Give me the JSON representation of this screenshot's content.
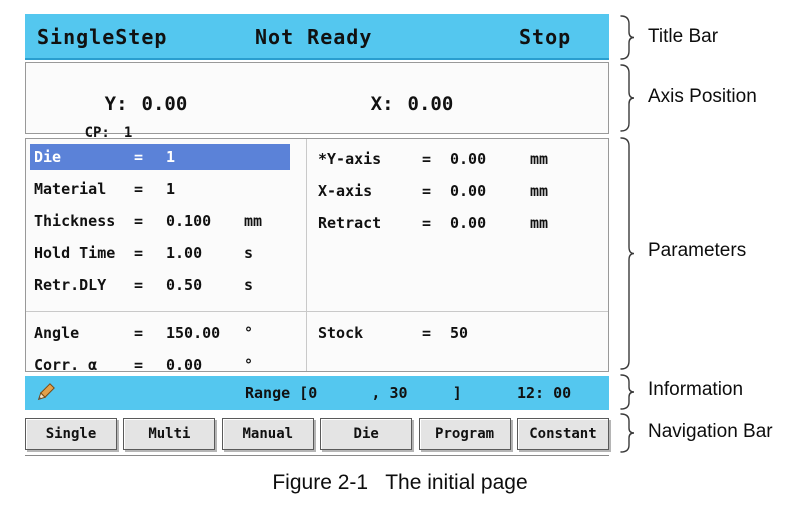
{
  "colors": {
    "bar_blue": "#54c7ef",
    "selection_blue": "#5b82d8",
    "button_gray": "#e4e4e4"
  },
  "title_bar": {
    "mode": "SingleStep",
    "status": "Not Ready",
    "state": "Stop"
  },
  "axis_position": {
    "y_label": "Y:",
    "y_value": "0.00",
    "x_label": "X:",
    "x_value": "0.00",
    "cp_label": "CP:",
    "cp_value": "1"
  },
  "parameters": {
    "left_top": [
      {
        "label": "Die",
        "eq": "=",
        "value": "1",
        "unit": "",
        "selected": true
      },
      {
        "label": "Material",
        "eq": "=",
        "value": "1",
        "unit": ""
      },
      {
        "label": "Thickness",
        "eq": "=",
        "value": "0.100",
        "unit": "mm"
      },
      {
        "label": "Hold Time",
        "eq": "=",
        "value": "1.00",
        "unit": "s"
      },
      {
        "label": "Retr.DLY",
        "eq": "=",
        "value": "0.50",
        "unit": "s"
      }
    ],
    "left_bottom": [
      {
        "label": "Angle",
        "eq": "=",
        "value": "150.00",
        "unit": "°"
      },
      {
        "label": "Corr. α",
        "eq": "=",
        "value": "0.00",
        "unit": "°"
      }
    ],
    "right_top": [
      {
        "label": "*Y-axis",
        "eq": "=",
        "value": "0.00",
        "unit": "mm"
      },
      {
        "label": "X-axis",
        "eq": "=",
        "value": "0.00",
        "unit": "mm"
      },
      {
        "label": "Retract",
        "eq": "=",
        "value": "0.00",
        "unit": "mm"
      }
    ],
    "right_bottom": [
      {
        "label": "Stock",
        "eq": "=",
        "value": "50",
        "unit": ""
      }
    ]
  },
  "information": {
    "pencil_icon": "pencil-icon",
    "range": "Range [0      , 30     ]",
    "time": "12: 00"
  },
  "nav": {
    "buttons": [
      "Single",
      "Multi",
      "Manual",
      "Die",
      "Program",
      "Constant"
    ]
  },
  "annotations": {
    "labels": [
      "Title Bar",
      "Axis Position",
      "Parameters",
      "Information",
      "Navigation Bar"
    ]
  },
  "caption": "Figure 2-1   The initial page"
}
